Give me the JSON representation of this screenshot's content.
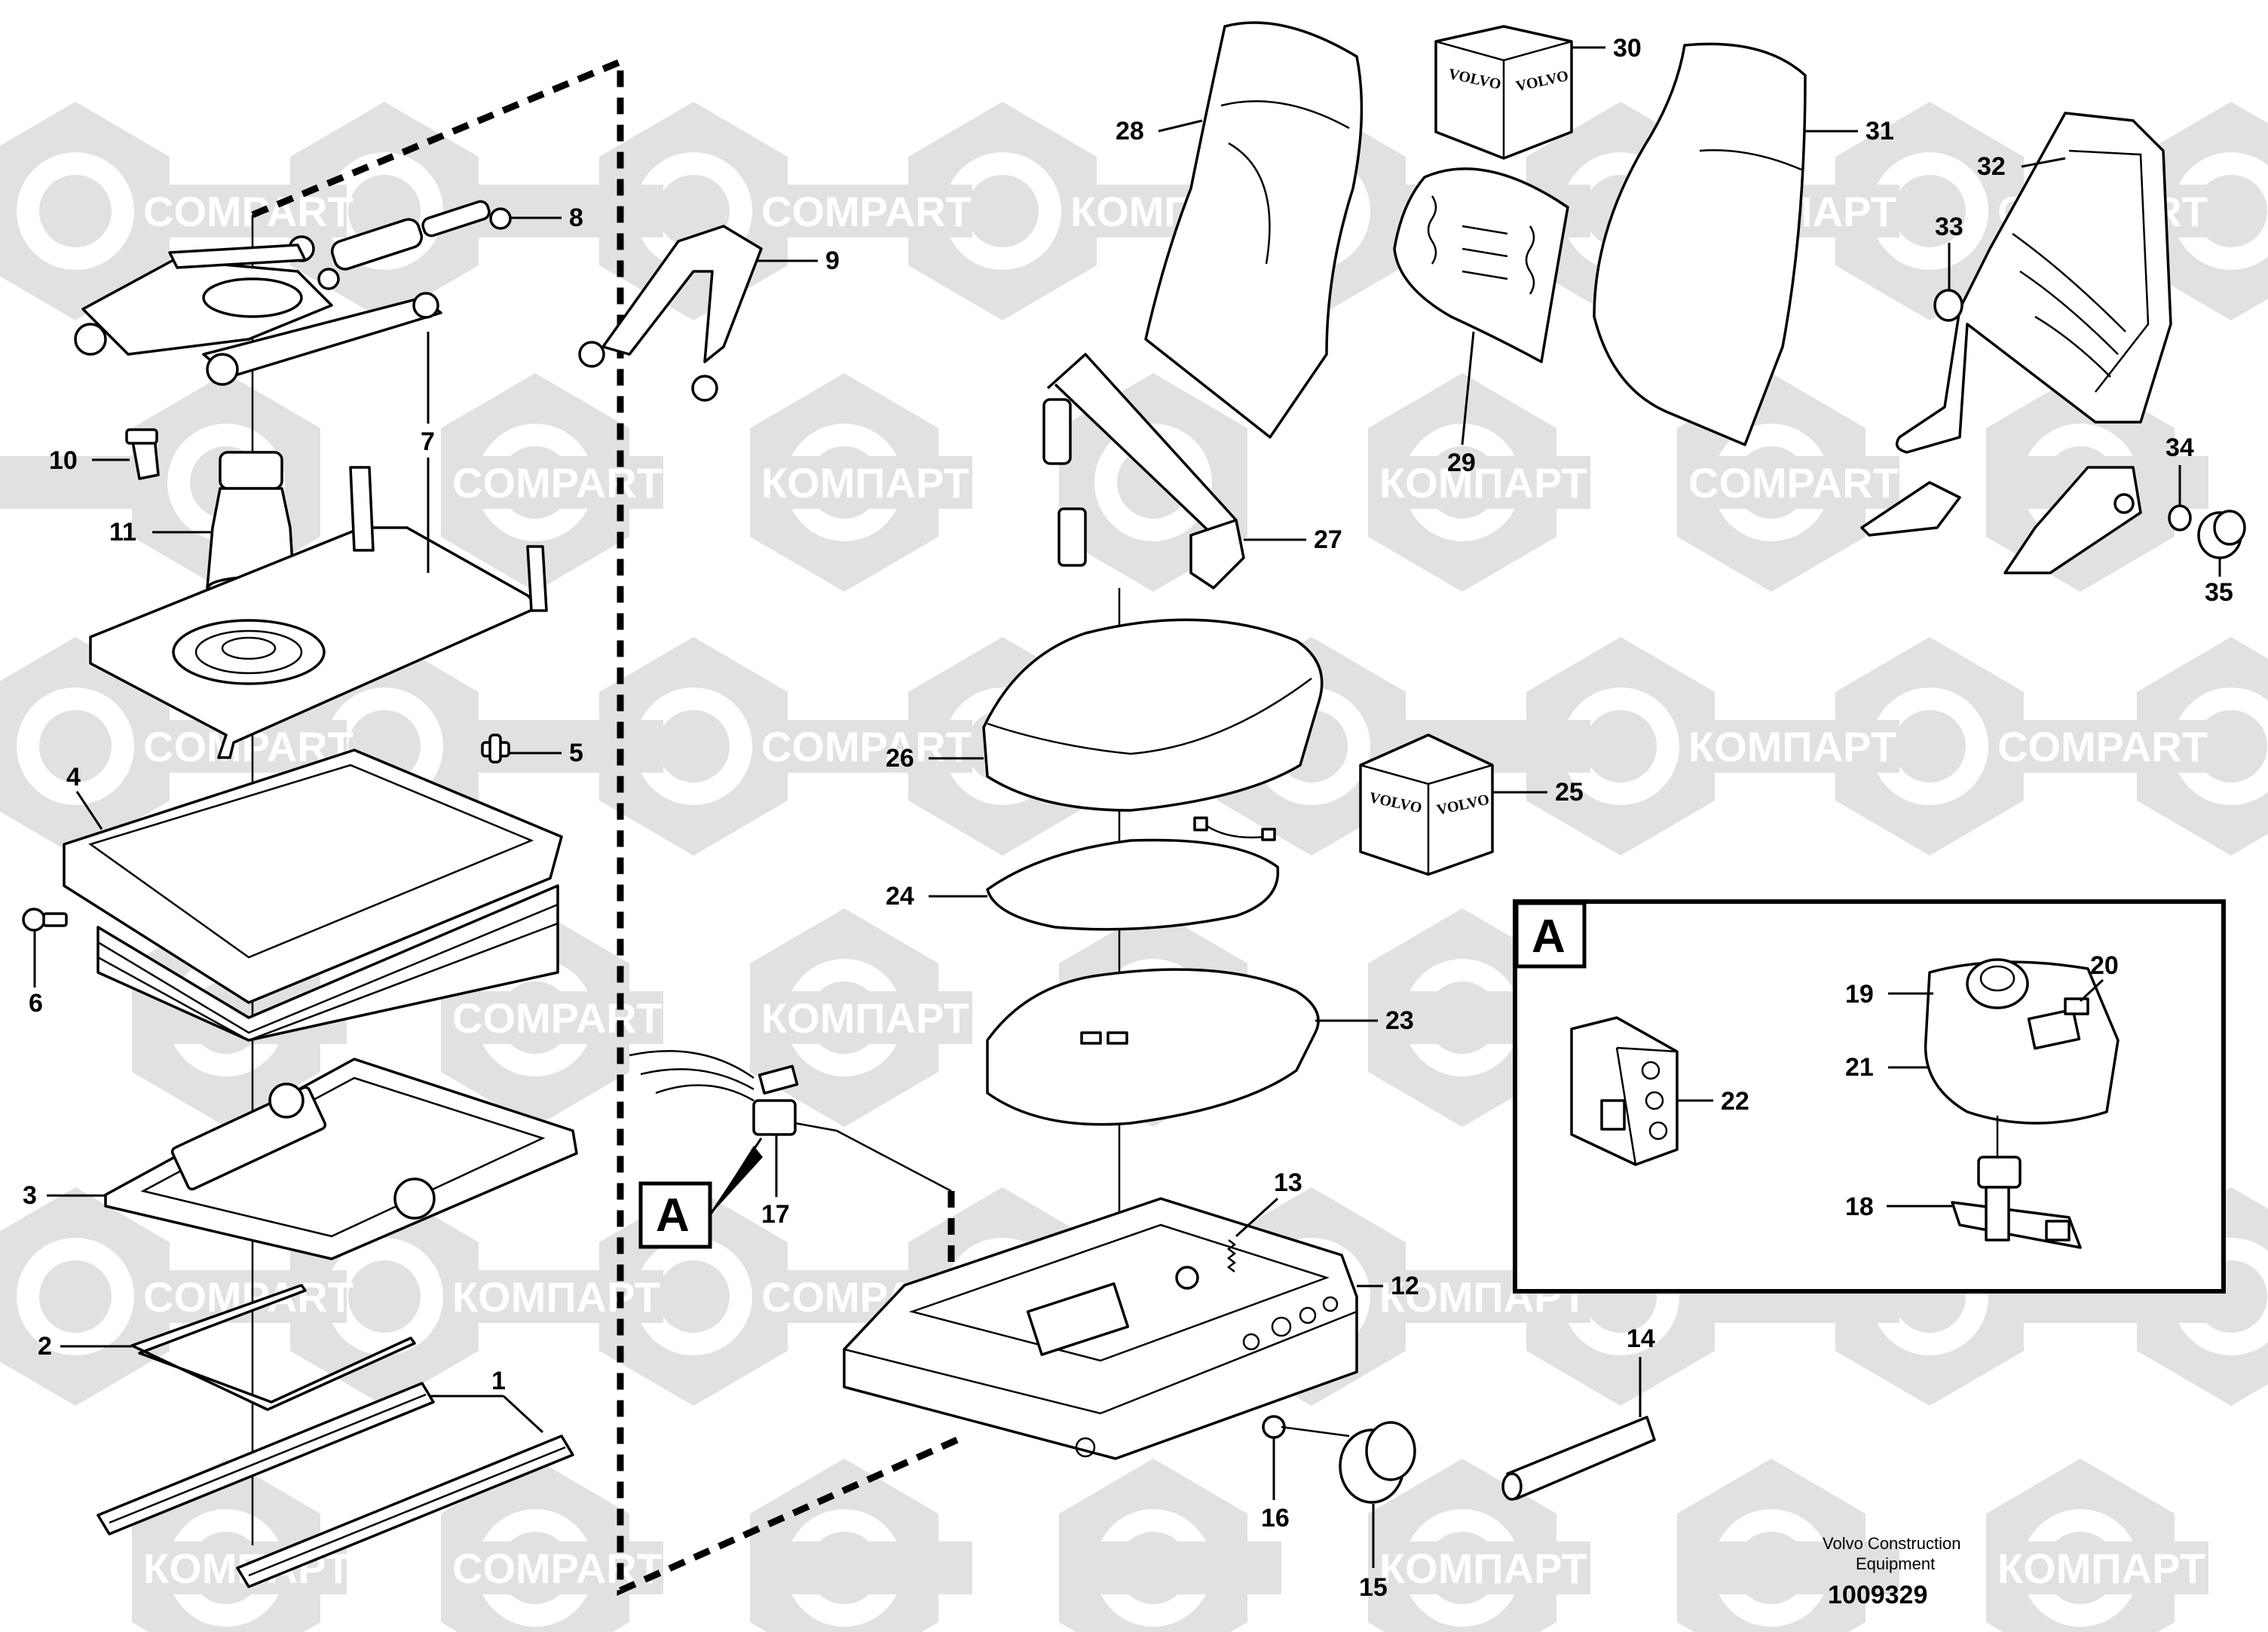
{
  "watermark": {
    "text_latin": "COMPART",
    "text_cyrillic": "КОМПАРТ",
    "color": "#d9d9d9"
  },
  "callouts": {
    "c1": "1",
    "c2": "2",
    "c3": "3",
    "c4": "4",
    "c5": "5",
    "c6": "6",
    "c7": "7",
    "c8": "8",
    "c9": "9",
    "c10": "10",
    "c11": "11",
    "c12": "12",
    "c13": "13",
    "c14": "14",
    "c15": "15",
    "c16": "16",
    "c17": "17",
    "c18": "18",
    "c19": "19",
    "c20": "20",
    "c21": "21",
    "c22": "22",
    "c23": "23",
    "c24": "24",
    "c25": "25",
    "c26": "26",
    "c27": "27",
    "c28": "28",
    "c29": "29",
    "c30": "30",
    "c31": "31",
    "c32": "32",
    "c33": "33",
    "c34": "34",
    "c35": "35"
  },
  "detail": {
    "label": "A",
    "ref_label": "A"
  },
  "box_brand": "VOLVO",
  "footer": {
    "company_line1": "Volvo Construction",
    "company_line2": "Equipment",
    "figure_number": "1009329"
  }
}
